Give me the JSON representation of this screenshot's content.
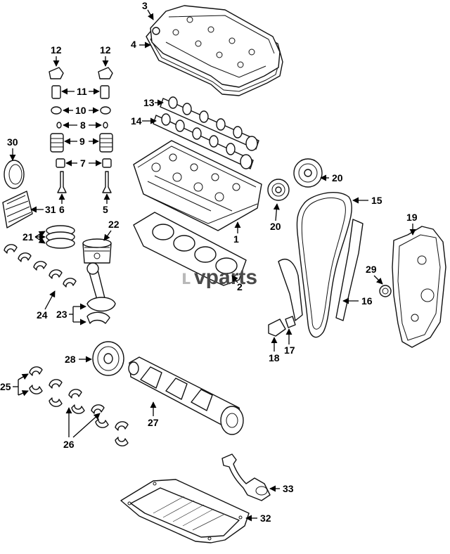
{
  "watermark": {
    "prefix": "ʟ",
    "brand": "vparts",
    "colors": {
      "prefix": "#b9b9b9",
      "brand": "#4a4a4a"
    }
  },
  "callouts": [
    "1",
    "2",
    "3",
    "4",
    "5",
    "6",
    "7",
    "8",
    "9",
    "10",
    "11",
    "12",
    "13",
    "14",
    "15",
    "16",
    "17",
    "18",
    "19",
    "20",
    "21",
    "22",
    "23",
    "24",
    "25",
    "26",
    "27",
    "28",
    "29",
    "30",
    "31",
    "32",
    "33"
  ]
}
